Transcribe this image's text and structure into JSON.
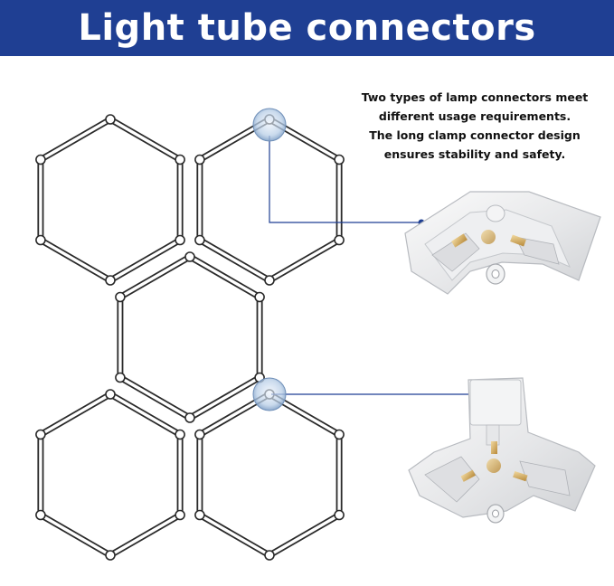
{
  "banner": {
    "title": "Light tube connectors",
    "background": "#1f3f93",
    "text_color": "#ffffff"
  },
  "description": {
    "lines": [
      "Two types of lamp connectors meet",
      "different usage requirements.",
      "The long clamp connector design",
      "ensures stability and safety."
    ]
  },
  "callouts": [
    {
      "connector": "two-way corner connector"
    },
    {
      "connector": "three-way Y connector"
    }
  ],
  "colors": {
    "tube_outline": "#2a2a2a",
    "tube_fill": "#ffffff",
    "highlight": "#a8c3e0",
    "leader_line": "#1f3f93"
  }
}
